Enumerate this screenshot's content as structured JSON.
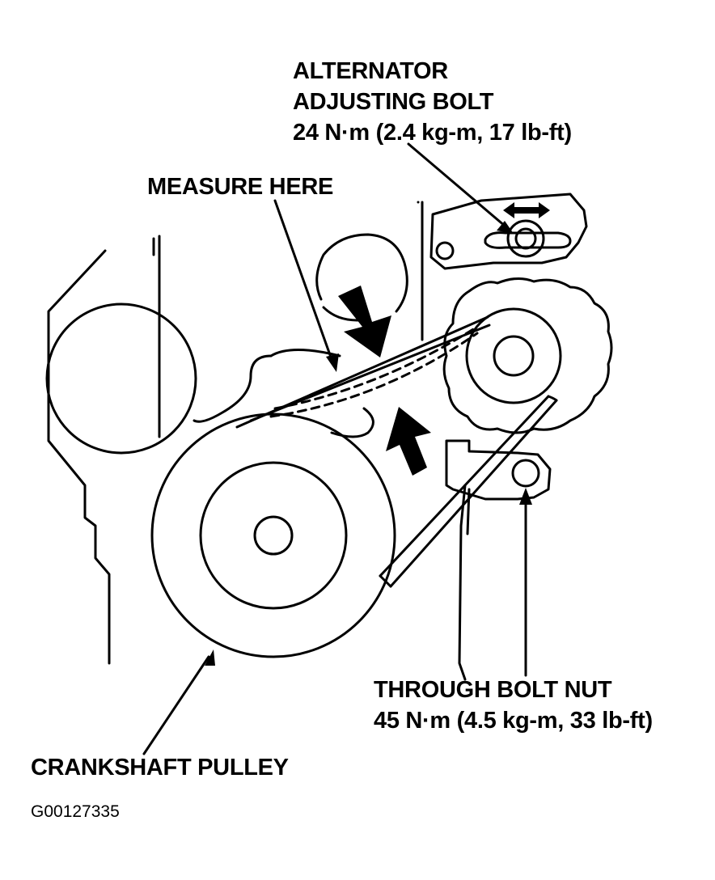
{
  "labels": {
    "alternator_adjusting_bolt": {
      "line1": "ALTERNATOR",
      "line2": "ADJUSTING BOLT",
      "torque": "24 N·m (2.4 kg-m, 17 lb-ft)"
    },
    "measure_here": "MEASURE HERE",
    "through_bolt_nut": {
      "line1": "THROUGH BOLT NUT",
      "torque": "45 N·m (4.5 kg-m, 33 lb-ft)"
    },
    "crankshaft_pulley": "CRANKSHAFT PULLEY"
  },
  "figure_id": "G00127335",
  "colors": {
    "ink": "#000000",
    "paper": "#ffffff"
  }
}
